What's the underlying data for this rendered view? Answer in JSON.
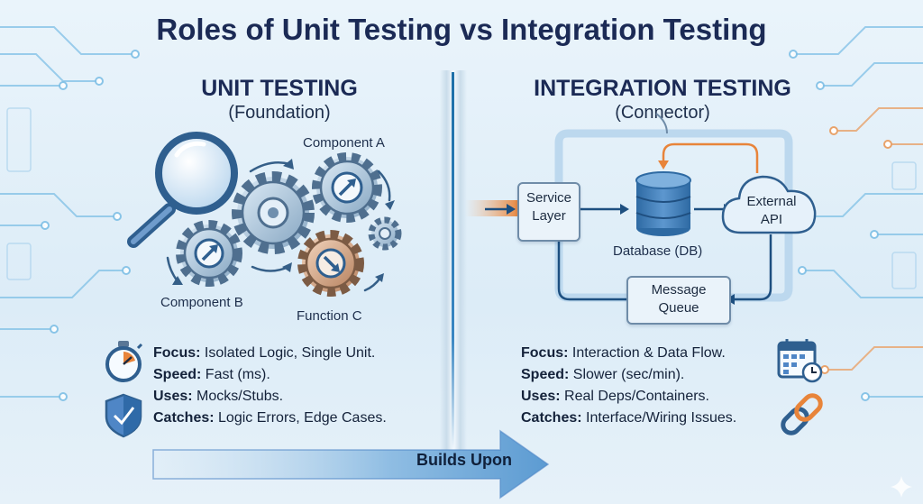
{
  "title": "Roles of Unit Testing vs Integration Testing",
  "unit": {
    "title": "UNIT TESTING",
    "subtitle": "(Foundation)",
    "labels": {
      "component_a": "Component A",
      "component_b": "Component B",
      "function_c": "Function C"
    },
    "facts": [
      {
        "key": "Focus:",
        "value": "Isolated Logic, Single Unit."
      },
      {
        "key": "Speed:",
        "value": "Fast (ms)."
      },
      {
        "key": "Uses:",
        "value": "Mocks/Stubs."
      },
      {
        "key": "Catches:",
        "value": "Logic Errors, Edge Cases."
      }
    ],
    "icons": [
      "magnifier-icon",
      "gear-icon",
      "stopwatch-icon",
      "shield-icon"
    ]
  },
  "integration": {
    "title": "INTEGRATION TESTING",
    "subtitle": "(Connector)",
    "nodes": {
      "service_layer": [
        "Service",
        "Layer"
      ],
      "database": "Database (DB)",
      "external_api": [
        "External",
        "API"
      ],
      "message_queue": [
        "Message",
        "Queue"
      ]
    },
    "facts": [
      {
        "key": "Focus:",
        "value": "Interaction & Data Flow."
      },
      {
        "key": "Speed:",
        "value": "Slower (sec/min)."
      },
      {
        "key": "Uses:",
        "value": "Real Deps/Containers."
      },
      {
        "key": "Catches:",
        "value": "Interface/Wiring Issues."
      }
    ],
    "icons": [
      "database-icon",
      "cloud-icon",
      "calendar-clock-icon",
      "chain-link-icon"
    ]
  },
  "bottom_arrow": "Builds Upon",
  "colors": {
    "title": "#1b2a55",
    "accent_blue": "#1d6fa8",
    "accent_orange": "#e8843a",
    "gear_steel": "#8fb0cb",
    "gear_copper": "#c99a76"
  }
}
